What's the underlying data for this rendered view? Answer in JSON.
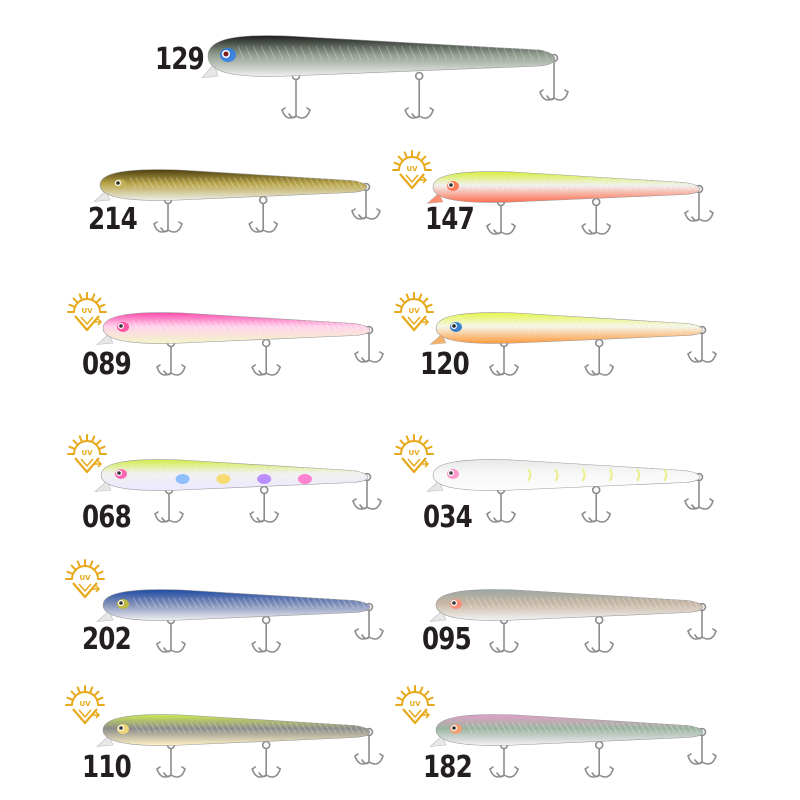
{
  "lures": [
    {
      "code": "129",
      "uv": false,
      "back": "#1c1f1c",
      "mid": "#8e9a8c",
      "belly": "#eef0ee",
      "accent": "#2d7ee8",
      "eye": "#7a1d1d",
      "lip": "#e7e7e7"
    },
    {
      "code": "214",
      "uv": false,
      "back": "#4a3e0f",
      "mid": "#b8a448",
      "belly": "#eeeeea",
      "accent": "#c7b35a",
      "eye": "#2d2a16",
      "lip": "#e7e7e7"
    },
    {
      "code": "147",
      "uv": true,
      "back": "#d7ef3a",
      "mid": "#f0f0f0",
      "belly": "#ff6f4f",
      "accent": "#ff6a3d",
      "eye": "#333333",
      "lip": "#ff8d70"
    },
    {
      "code": "089",
      "uv": true,
      "back": "#ff48ac",
      "mid": "#ffd2ea",
      "belly": "#f2f6c9",
      "accent": "#ff3e97",
      "eye": "#333333",
      "lip": "#e7e7e7"
    },
    {
      "code": "120",
      "uv": true,
      "back": "#e5f64a",
      "mid": "#f4f6e8",
      "belly": "#ff9a3d",
      "accent": "#1a6ec9",
      "eye": "#222222",
      "lip": "#f5b06a"
    },
    {
      "code": "068",
      "uv": true,
      "back": "#cfee47",
      "mid": "#f0f0f0",
      "belly": "#ece9ff",
      "accent": "#ff4ea8",
      "eye": "#333333",
      "lip": "#e7e7e7"
    },
    {
      "code": "034",
      "uv": true,
      "back": "#e8e8e6",
      "mid": "#f7f7f7",
      "belly": "#fdfdfd",
      "accent": "#ff88c5",
      "eye": "#444444",
      "lip": "#e7e7e7"
    },
    {
      "code": "202",
      "uv": true,
      "back": "#1d4aa3",
      "mid": "#7d8cb6",
      "belly": "#f0f0f4",
      "accent": "#c8c02f",
      "eye": "#333333",
      "lip": "#e7e7e7"
    },
    {
      "code": "095",
      "uv": false,
      "back": "#9aa6a1",
      "mid": "#c9b7a4",
      "belly": "#f3f3f3",
      "accent": "#ff8a72",
      "eye": "#333333",
      "lip": "#e7e7e7"
    },
    {
      "code": "110",
      "uv": true,
      "back": "#cdea55",
      "mid": "#8b8b8b",
      "belly": "#fff3c4",
      "accent": "#ffe070",
      "eye": "#333333",
      "lip": "#e7e7e7"
    },
    {
      "code": "182",
      "uv": true,
      "back": "#e3a0c8",
      "mid": "#9ab4a0",
      "belly": "#f6f0f6",
      "accent": "#ff9a6a",
      "eye": "#333333",
      "lip": "#e7e7e7"
    }
  ]
}
